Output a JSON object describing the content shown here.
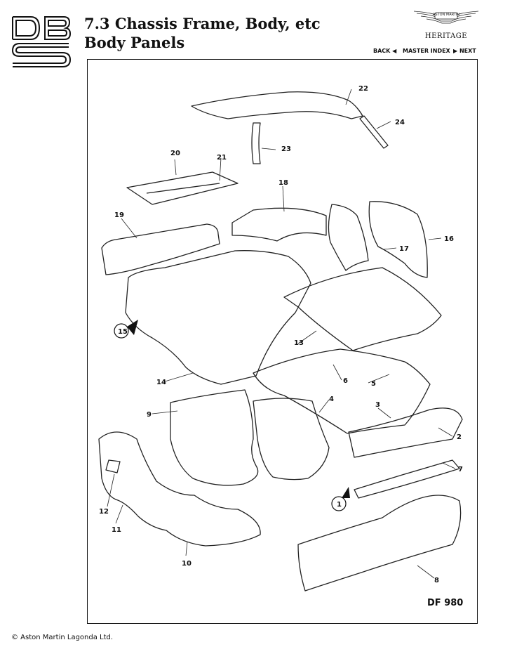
{
  "header": {
    "title_line1": "7.3 Chassis Frame, Body, etc",
    "title_line2": "Body Panels",
    "brand_name": "ASTON MARTIN",
    "brand_sub": "HERITAGE",
    "logo_icon": "dbs-logo-icon"
  },
  "nav": {
    "back": "BACK ◀",
    "master_index": "MASTER INDEX",
    "next": "▶ NEXT"
  },
  "diagram": {
    "drawing_code": "DF 980",
    "callouts": {
      "c1": "1",
      "c2": "2",
      "c3": "3",
      "c4": "4",
      "c5": "5",
      "c6": "6",
      "c7": "7",
      "c8": "8",
      "c9": "9",
      "c10": "10",
      "c11": "11",
      "c12": "12",
      "c13": "13",
      "c14": "14",
      "c15": "15",
      "c16": "16",
      "c17": "17",
      "c18": "18",
      "c19": "19",
      "c20": "20",
      "c21": "21",
      "c22": "22",
      "c23": "23",
      "c24": "24"
    }
  },
  "footer": {
    "copyright": "© Aston Martin Lagonda Ltd."
  }
}
